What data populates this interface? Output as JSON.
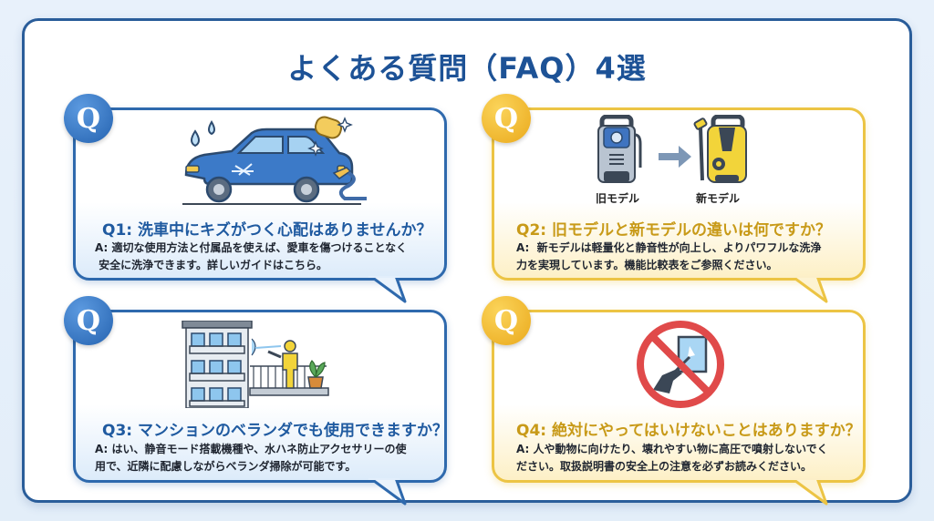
{
  "page": {
    "title": "よくある質問（FAQ）4選"
  },
  "colors": {
    "frame_border": "#2a5d9a",
    "title": "#1d5296",
    "blue_accent": "#2e69ad",
    "yellow_accent": "#ecc444",
    "yellow_question": "#c89a18"
  },
  "faqs": [
    {
      "badge": "Q",
      "theme": "blue",
      "illustration": "car-wash-icon",
      "question": "Q1: 洗車中にキズがつく心配はありませんか？",
      "answer": "A: 適切な使用方法と付属品を使えば、愛車を傷つけることなく\n 安全に洗浄できます。詳しいガイドはこちら。"
    },
    {
      "badge": "Q",
      "theme": "yellow",
      "illustration": "pressure-washer-comparison-icon",
      "labels": {
        "old": "旧モデル",
        "new": "新モデル"
      },
      "question": "Q2:  旧モデルと新モデルの違いは何ですか？",
      "answer": "A:  新モデルは軽量化と静音性が向上し、よりパワフルな洗浄\n力を実現しています。機能比較表をご参照ください。"
    },
    {
      "badge": "Q",
      "theme": "blue",
      "illustration": "apartment-balcony-icon",
      "question": "Q3: マンションのベランダでも使用できますか？",
      "answer": "A: はい、静音モード搭載機種や、水ハネ防止アクセサリーの使\n用で、近隣に配慮しながらベランダ掃除が可能です。"
    },
    {
      "badge": "Q",
      "theme": "yellow",
      "illustration": "prohibited-spray-window-icon",
      "question": "Q4: 絶対にやってはいけないことはありますか？",
      "answer": "A: 人や動物に向けたり、壊れやすい物に高圧で噴射しないでく\nださい。取扱説明書の安全上の注意を必ずお読みください。"
    }
  ]
}
